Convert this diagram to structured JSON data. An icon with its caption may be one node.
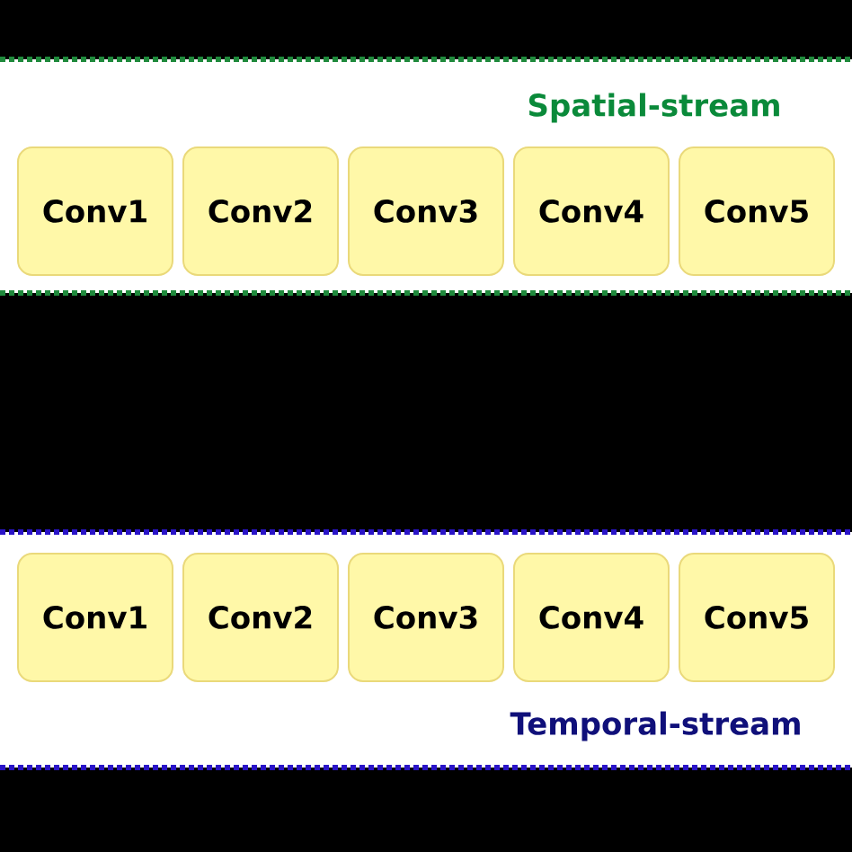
{
  "diagram": {
    "nodes": [
      {
        "text": [
          "Spatial-stream"
        ]
      },
      {
        "text": [
          "Conv1"
        ],
        "in": 0
      },
      {
        "text": [
          "Conv2"
        ],
        "in": 0
      },
      {
        "text": [
          "Conv3"
        ],
        "in": 0
      },
      {
        "text": [
          "Conv4"
        ],
        "in": 0
      },
      {
        "text": [
          "Conv5"
        ],
        "in": 0
      },
      {
        "text": [
          "Temporal-stream"
        ]
      },
      {
        "text": [
          "Conv1"
        ],
        "in": 6
      },
      {
        "text": [
          "Conv2"
        ],
        "in": 6
      },
      {
        "text": [
          "Conv3"
        ],
        "in": 6
      },
      {
        "text": [
          "Conv4"
        ],
        "in": 6
      },
      {
        "text": [
          "Conv5"
        ],
        "in": 6
      }
    ]
  }
}
